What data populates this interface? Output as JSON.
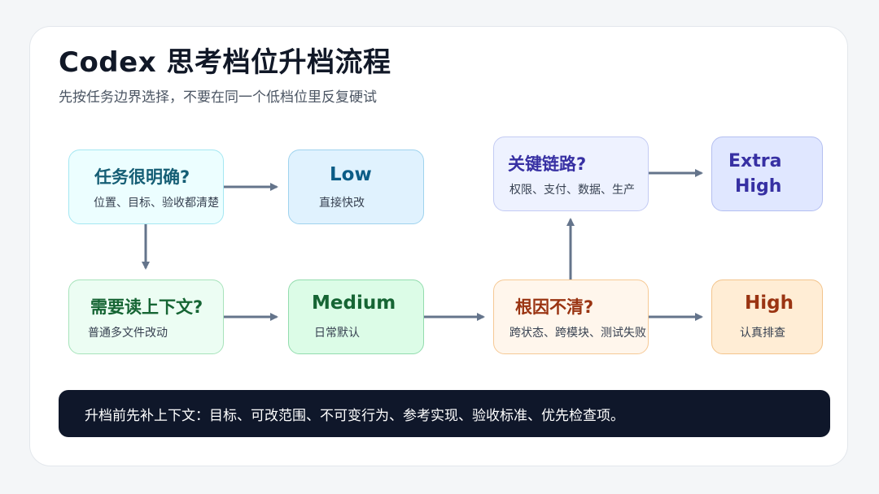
{
  "page": {
    "title": "Codex 思考档位升档流程",
    "subtitle": "先按任务边界选择，不要在同一个低档位里反复硬试"
  },
  "nodes": {
    "task_clear": {
      "title": "任务很明确?",
      "sub": "位置、目标、验收都清楚"
    },
    "low": {
      "title": "Low",
      "sub": "直接快改"
    },
    "need_context": {
      "title": "需要读上下文?",
      "sub": "普通多文件改动"
    },
    "medium": {
      "title": "Medium",
      "sub": "日常默认"
    },
    "root_cause": {
      "title": "根因不清?",
      "sub": "跨状态、跨模块、测试失败"
    },
    "high": {
      "title": "High",
      "sub": "认真排查"
    },
    "critical_path": {
      "title": "关键链路?",
      "sub": "权限、支付、数据、生产"
    },
    "extra_high": {
      "title_line1": "Extra",
      "title_line2": "High"
    }
  },
  "banner": {
    "text": "升档前先补上下文：目标、可改范围、不可变行为、参考实现、验收标准、优先检查项。"
  },
  "colors": {
    "arrow": "#64748b",
    "banner_bg": "#0f172a"
  }
}
